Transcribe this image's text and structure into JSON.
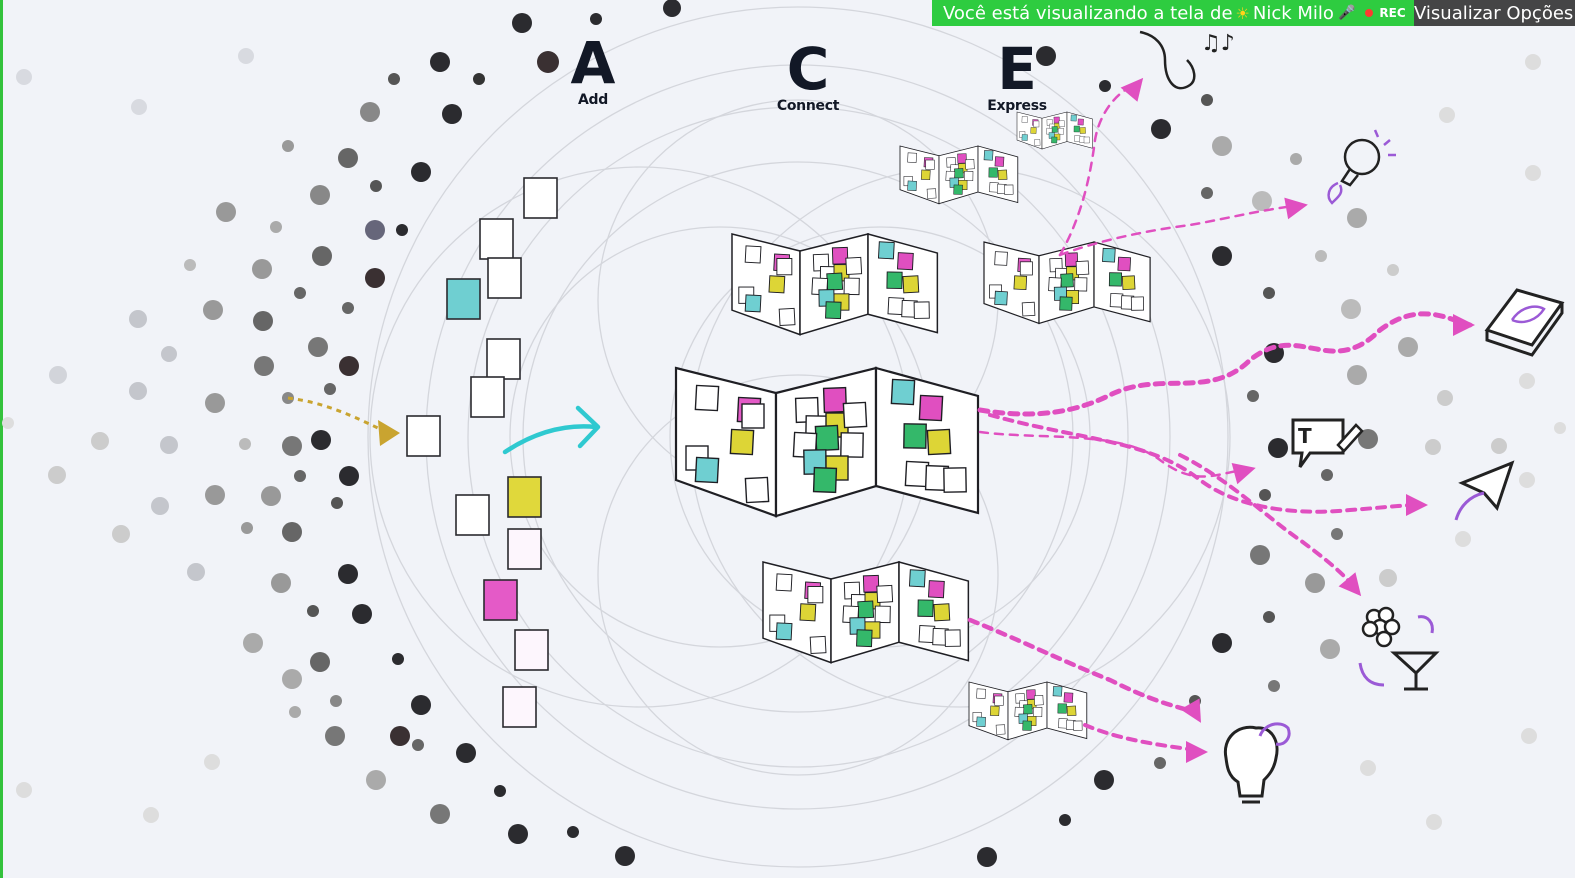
{
  "share_bar": {
    "text": "Você está visualizando a tela de",
    "presenter": "Nick Milo",
    "rec_label": "REC",
    "view_options_label": "Visualizar Opções"
  },
  "ace": {
    "a_letter": "A",
    "a_label": "Add",
    "c_letter": "C",
    "c_label": "Connect",
    "e_letter": "E",
    "e_label": "Express"
  },
  "colors": {
    "background": "#f1f3f8",
    "share_green": "#2ecc40",
    "pink": "#e04fc0",
    "teal": "#2fc9d0",
    "yellow": "#ddd536",
    "gold_arrow": "#c9a430",
    "purple": "#9b5ad6"
  },
  "icons": [
    "saxophone-icon",
    "lightbulb-icon",
    "book-icon",
    "chat-bubble-icon",
    "paper-plane-icon",
    "grapes-wine-icon",
    "puzzle-head-icon"
  ]
}
